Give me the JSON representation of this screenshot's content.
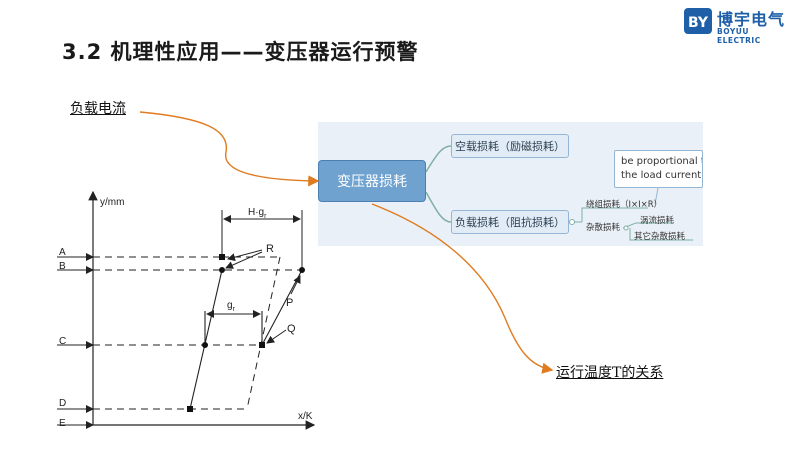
{
  "title": "3.2 机理性应用——变压器运行预警",
  "logo": {
    "cn_text": "博宇电气",
    "en_text": "BOYUU ELECTRIC",
    "mark_letters": "BY",
    "color": "#1e5fa8"
  },
  "labels": {
    "load_current": "负载电流",
    "temperature_relation": "运行温度T的关系"
  },
  "mindmap": {
    "root": "变压器损耗",
    "children": {
      "no_load": "空载损耗（励磁损耗）",
      "load": "负载损耗（阻抗损耗）"
    },
    "sub_items": {
      "winding": "绕组损耗（I×I×R）",
      "stray": "杂散损耗",
      "eddy": "涡流损耗",
      "other": "其它杂散损耗"
    },
    "note_lines": [
      "be proportional to",
      "the load current"
    ]
  },
  "graph": {
    "y_axis_label": "y/mm",
    "x_axis_label": "x/K",
    "level_labels": [
      "A",
      "B",
      "C",
      "D",
      "E"
    ],
    "point_labels": {
      "R": "R",
      "P": "P",
      "Q": "Q"
    },
    "gradient_labels": {
      "upper": "H·g",
      "upper_sub": "r",
      "lower": "g",
      "lower_sub": "r"
    }
  },
  "colors": {
    "arrow": "#e07b1f",
    "root_fill": "#6fa2cf",
    "mindmap_bg": "#eaf0f7"
  }
}
